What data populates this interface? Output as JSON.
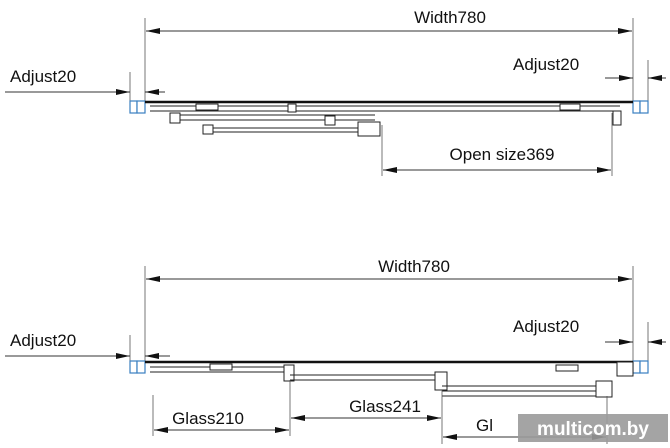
{
  "top_view": {
    "width_label": "Width780",
    "adjust_left_label": "Adjust20",
    "adjust_right_label": "Adjust20",
    "open_size_label": "Open size369"
  },
  "bottom_view": {
    "width_label": "Width780",
    "adjust_left_label": "Adjust20",
    "adjust_right_label": "Adjust20",
    "glass1_label": "Glass210",
    "glass2_label": "Glass241",
    "glass3_label_partial": "Gl"
  },
  "watermark": "multicom.by"
}
